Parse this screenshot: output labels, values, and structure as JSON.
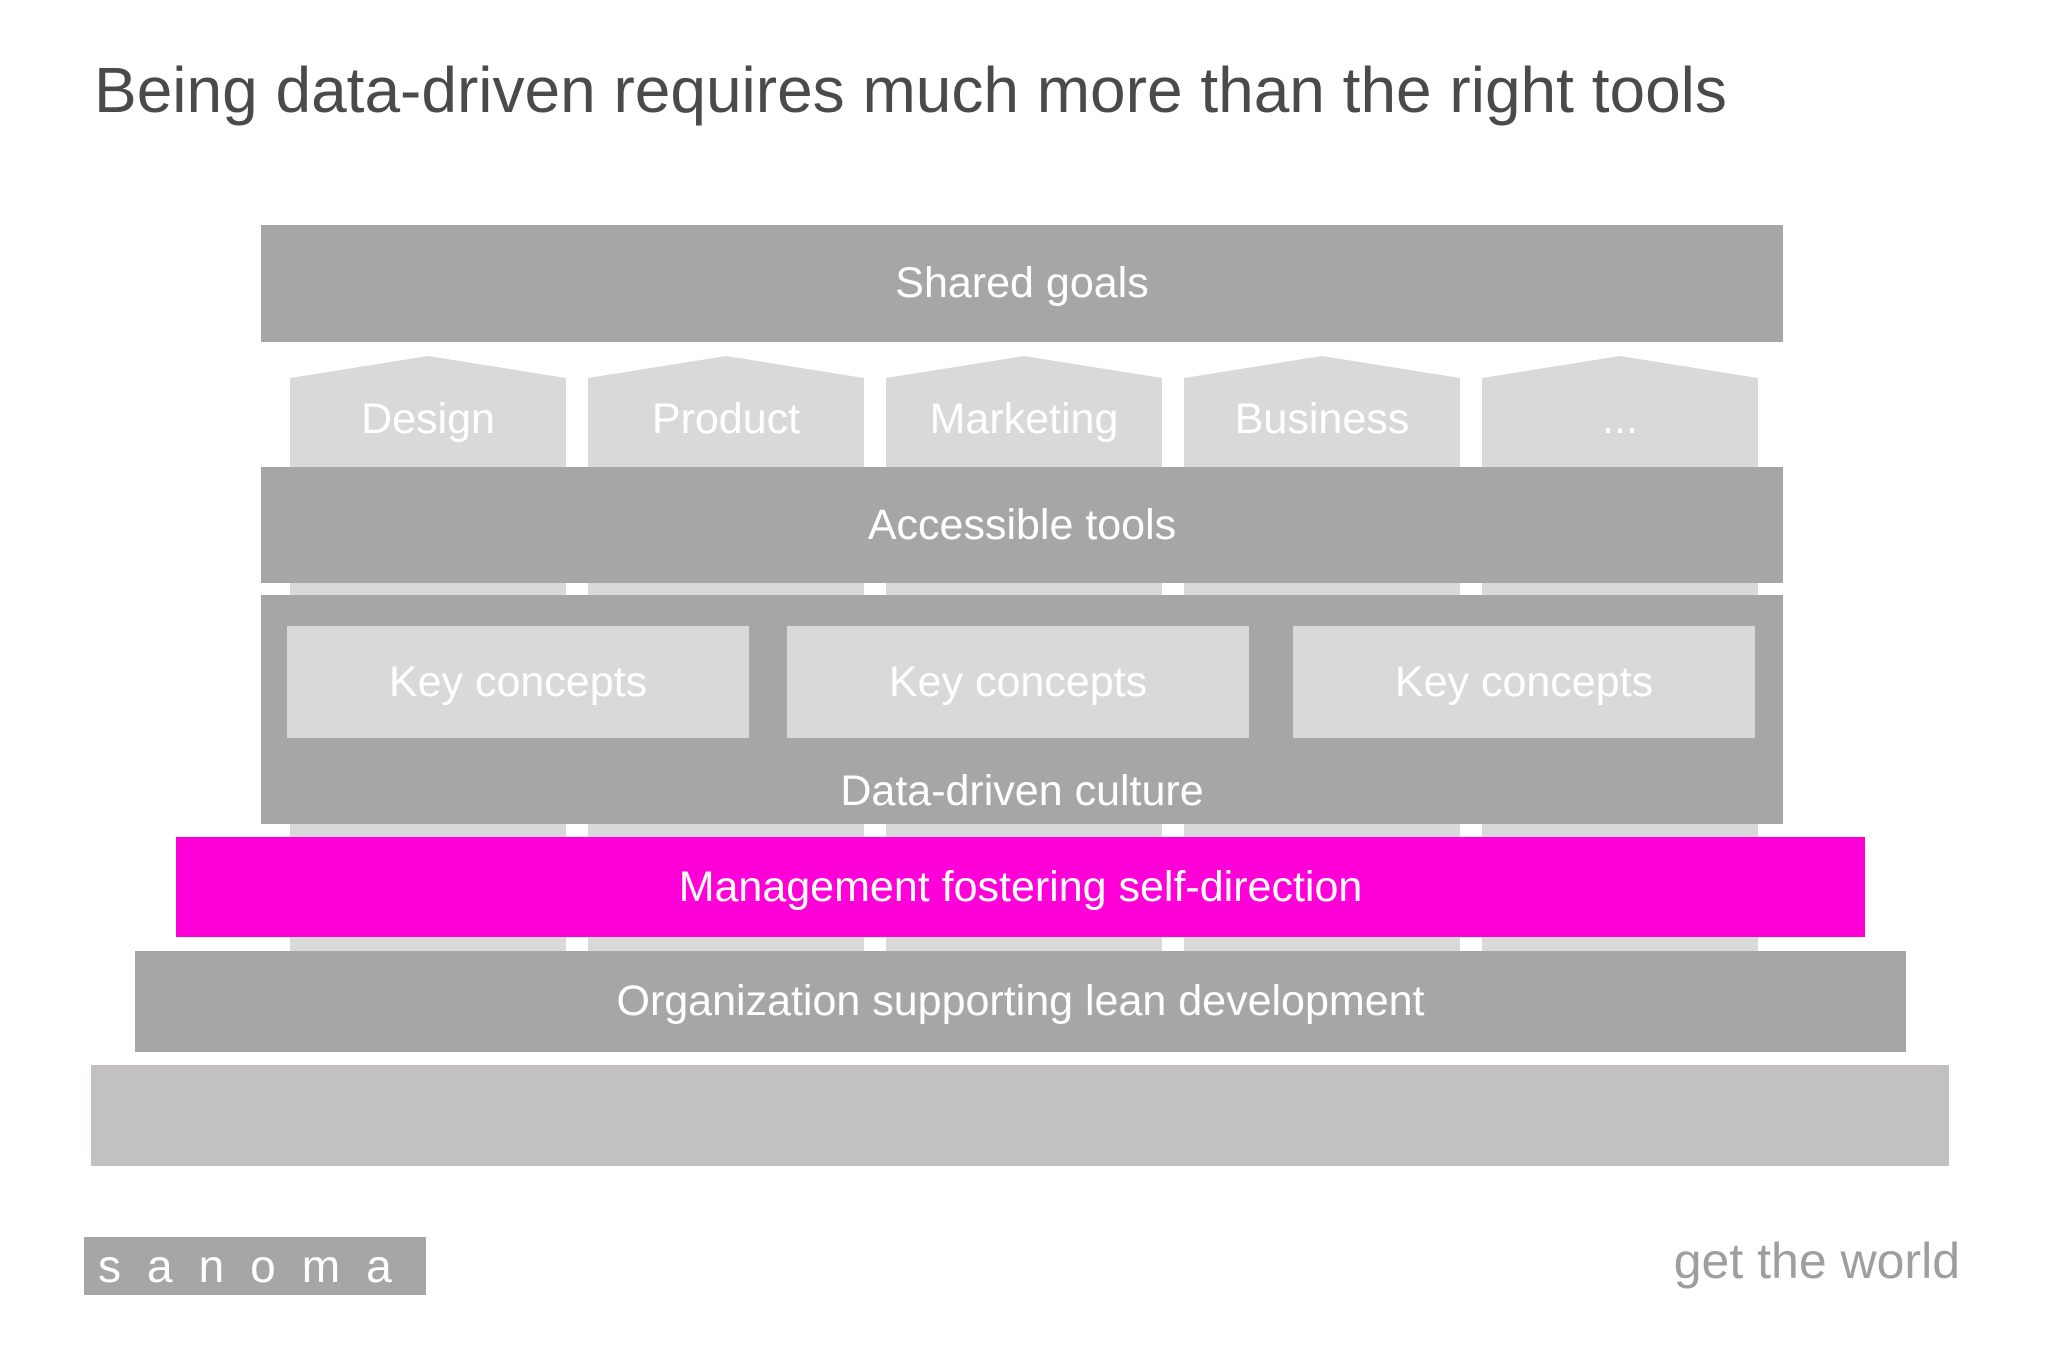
{
  "title": "Being data-driven requires much more than the right tools",
  "layers": {
    "shared_goals": "Shared goals",
    "accessible_tools": "Accessible tools",
    "data_driven_culture": "Data-driven culture",
    "management": "Management fostering self-direction",
    "organization": "Organization supporting lean development"
  },
  "pillars": [
    "Design",
    "Product",
    "Marketing",
    "Business",
    "..."
  ],
  "key_concepts": [
    "Key concepts",
    "Key concepts",
    "Key concepts"
  ],
  "footer": {
    "logo_text": "sanoma",
    "tagline": "get the world"
  },
  "colors": {
    "bar_gray": "#a6a6a6",
    "pillar_gray": "#d9d9d9",
    "accent_magenta": "#ff00d8",
    "foundation_gray": "#c2c0c1",
    "title_text": "#4a4a4a"
  }
}
